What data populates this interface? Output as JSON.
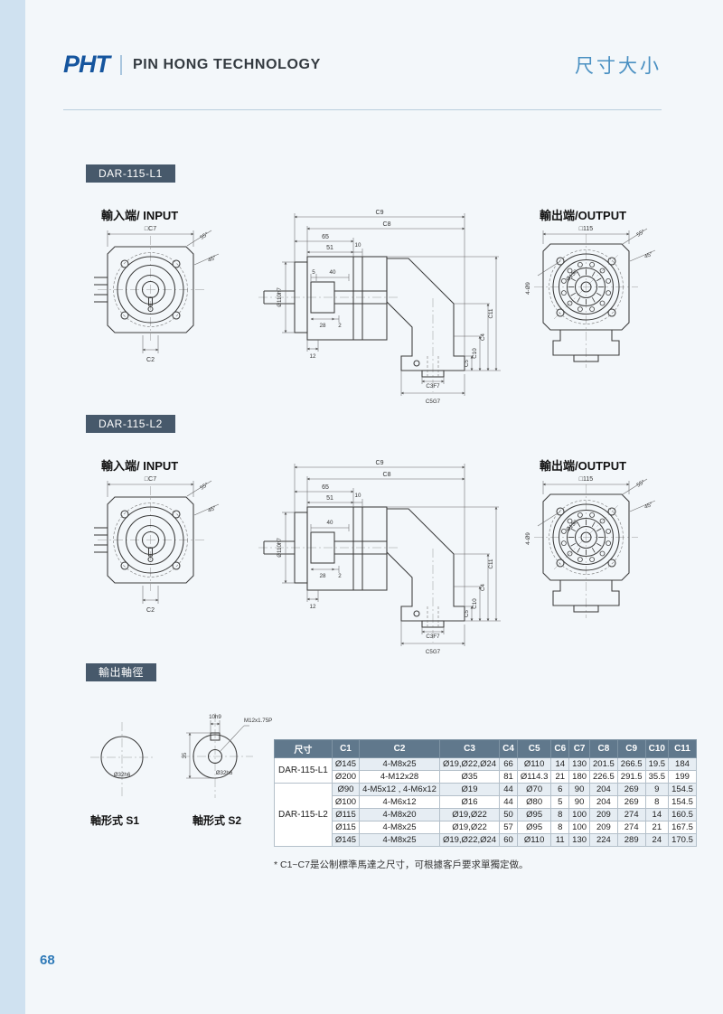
{
  "page": {
    "number": "68"
  },
  "colors": {
    "brand_blue": "#15559e",
    "title_blue": "#4a90c2",
    "badge_bg": "#47596b",
    "table_header_bg": "#60788c",
    "accent_strip": "#cfe1f0"
  },
  "header": {
    "logo": "PHT",
    "company": "PIN HONG TECHNOLOGY",
    "title": "尺寸大小"
  },
  "sections": [
    {
      "badge": "DAR-115-L1",
      "input_label": "輸入端/ INPUT",
      "output_label": "輸出端/OUTPUT"
    },
    {
      "badge": "DAR-115-L2",
      "input_label": "輸入端/ INPUT",
      "output_label": "輸出端/OUTPUT"
    }
  ],
  "dims": {
    "input_square": "□C7",
    "input_c2": "C2",
    "angle_45": "45°",
    "angle_55": "55°",
    "c9": "C9",
    "c8": "C8",
    "d65": "65",
    "d51": "51",
    "d10": "10",
    "d5": "5",
    "d40": "40",
    "d28": "28",
    "d2": "2",
    "d12": "12",
    "input_bore": "Ø110h7",
    "c11": "C11",
    "c4": "C4",
    "c10": "C10",
    "c5": "C5",
    "c3f7": "C3F7",
    "c5g7": "C5G7",
    "output_square": "□115",
    "output_holes": "4-Ø9",
    "output_bolt_circle": "Ø130"
  },
  "shaft_section": {
    "badge": "輸出軸徑",
    "s1_label": "軸形式 S1",
    "s2_label": "軸形式 S2",
    "s1_dia": "Ø32h6",
    "s2_dia": "Ø32h6",
    "s2_key_width": "10h9",
    "s2_height": "35",
    "s2_thread": "M12x1.75P"
  },
  "table": {
    "headers": [
      "尺寸",
      "C1",
      "C2",
      "C3",
      "C4",
      "C5",
      "C6",
      "C7",
      "C8",
      "C9",
      "C10",
      "C11"
    ],
    "groups": [
      {
        "model": "DAR-115-L1",
        "rows": [
          [
            "Ø145",
            "4-M8x25",
            "Ø19,Ø22,Ø24",
            "66",
            "Ø110",
            "14",
            "130",
            "201.5",
            "266.5",
            "19.5",
            "184"
          ],
          [
            "Ø200",
            "4-M12x28",
            "Ø35",
            "81",
            "Ø114.3",
            "21",
            "180",
            "226.5",
            "291.5",
            "35.5",
            "199"
          ]
        ]
      },
      {
        "model": "DAR-115-L2",
        "rows": [
          [
            "Ø90",
            "4-M5x12 , 4-M6x12",
            "Ø19",
            "44",
            "Ø70",
            "6",
            "90",
            "204",
            "269",
            "9",
            "154.5"
          ],
          [
            "Ø100",
            "4-M6x12",
            "Ø16",
            "44",
            "Ø80",
            "5",
            "90",
            "204",
            "269",
            "8",
            "154.5"
          ],
          [
            "Ø115",
            "4-M8x20",
            "Ø19,Ø22",
            "50",
            "Ø95",
            "8",
            "100",
            "209",
            "274",
            "14",
            "160.5"
          ],
          [
            "Ø115",
            "4-M8x25",
            "Ø19,Ø22",
            "57",
            "Ø95",
            "8",
            "100",
            "209",
            "274",
            "21",
            "167.5"
          ],
          [
            "Ø145",
            "4-M8x25",
            "Ø19,Ø22,Ø24",
            "60",
            "Ø110",
            "11",
            "130",
            "224",
            "289",
            "24",
            "170.5"
          ]
        ]
      }
    ],
    "footnote": "* C1~C7是公制標準馬達之尺寸，可根據客戶要求單獨定做。"
  }
}
